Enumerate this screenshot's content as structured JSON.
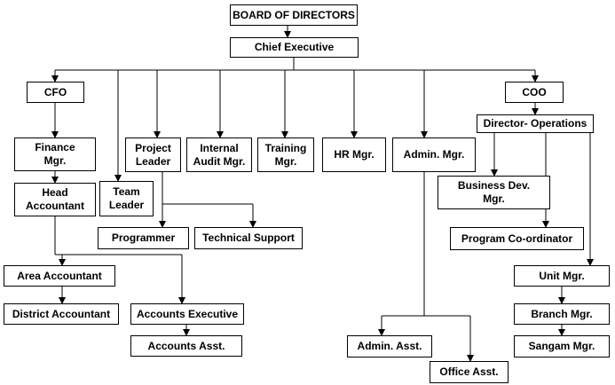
{
  "nodes": {
    "board": "BOARD OF DIRECTORS",
    "ceo": "Chief Executive",
    "cfo": "CFO",
    "coo": "COO",
    "finance_mgr": "Finance\nMgr.",
    "head_accountant": "Head\nAccountant",
    "team_leader": "Team\nLeader",
    "project_leader": "Project\nLeader",
    "internal_audit": "Internal\nAudit Mgr.",
    "training_mgr": "Training\nMgr.",
    "hr_mgr": "HR Mgr.",
    "admin_mgr": "Admin. Mgr.",
    "director_ops": "Director- Operations",
    "business_dev": "Business Dev.\nMgr.",
    "program_coord": "Program Co-ordinator",
    "programmer": "Programmer",
    "tech_support": "Technical Support",
    "area_accountant": "Area Accountant",
    "district_accountant": "District Accountant",
    "accounts_exec": "Accounts Executive",
    "accounts_asst": "Accounts Asst.",
    "admin_asst": "Admin. Asst.",
    "office_asst": "Office Asst.",
    "unit_mgr": "Unit Mgr.",
    "branch_mgr": "Branch Mgr.",
    "sangam_mgr": "Sangam Mgr."
  }
}
